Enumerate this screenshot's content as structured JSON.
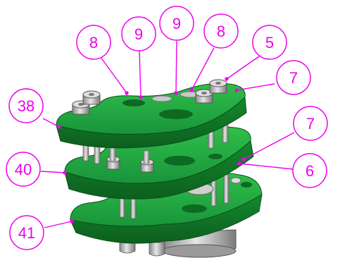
{
  "balloons": [
    {
      "id": "b8a",
      "label": "8"
    },
    {
      "id": "b9a",
      "label": "9"
    },
    {
      "id": "b9b",
      "label": "9"
    },
    {
      "id": "b8b",
      "label": "8"
    },
    {
      "id": "b5",
      "label": "5"
    },
    {
      "id": "b7a",
      "label": "7"
    },
    {
      "id": "b7b",
      "label": "7"
    },
    {
      "id": "b6",
      "label": "6"
    },
    {
      "id": "b38",
      "label": "38"
    },
    {
      "id": "b40",
      "label": "40"
    },
    {
      "id": "b41",
      "label": "41"
    }
  ],
  "colors": {
    "balloon": "#ee00ee",
    "plate": "#1fa33a",
    "plate_edge": "#0f6e22",
    "metal": "#b9b9b9",
    "metal_dark": "#7d7d7d"
  }
}
